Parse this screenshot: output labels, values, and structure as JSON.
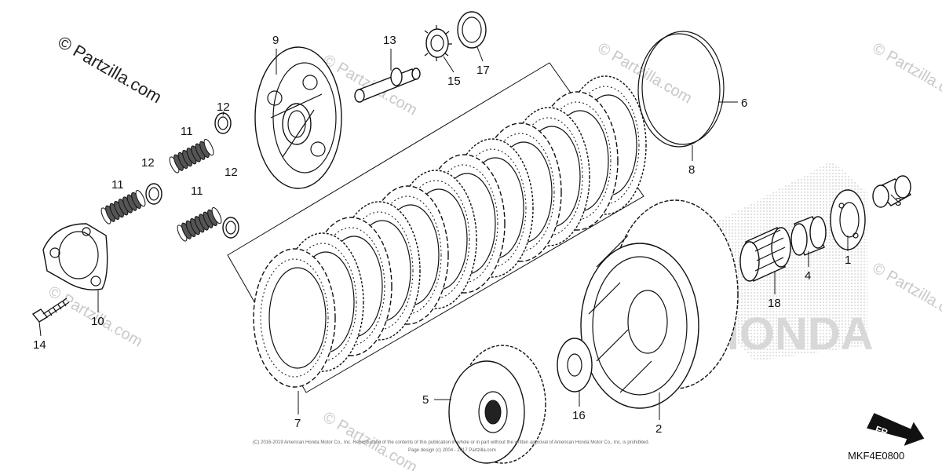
{
  "watermark": {
    "main": "© Partzilla.com",
    "faint": "© Partzilla.com"
  },
  "callouts": [
    {
      "id": "1",
      "label": "1"
    },
    {
      "id": "2",
      "label": "2"
    },
    {
      "id": "3",
      "label": "3"
    },
    {
      "id": "4",
      "label": "4"
    },
    {
      "id": "5",
      "label": "5"
    },
    {
      "id": "6",
      "label": "6"
    },
    {
      "id": "7",
      "label": "7"
    },
    {
      "id": "8",
      "label": "8"
    },
    {
      "id": "9",
      "label": "9"
    },
    {
      "id": "10",
      "label": "10"
    },
    {
      "id": "11a",
      "label": "11"
    },
    {
      "id": "11b",
      "label": "11"
    },
    {
      "id": "11c",
      "label": "11"
    },
    {
      "id": "12a",
      "label": "12"
    },
    {
      "id": "12b",
      "label": "12"
    },
    {
      "id": "12c",
      "label": "12"
    },
    {
      "id": "13",
      "label": "13"
    },
    {
      "id": "14",
      "label": "14"
    },
    {
      "id": "15",
      "label": "15"
    },
    {
      "id": "16",
      "label": "16"
    },
    {
      "id": "17",
      "label": "17"
    },
    {
      "id": "18",
      "label": "18"
    }
  ],
  "direction_label": "FR.",
  "diagram_code": "MKF4E0800",
  "brand_ghost": "HONDA",
  "copyright_line1": "(C) 2016-2019 American Honda Motor Co., Inc. Reproduction of the contents of this publication in whole or in part without the written approval of American Honda Motor Co., Inc. is prohibited.",
  "copyright_line2": "Page design (c) 2004 - 2017 Partzilla.com"
}
